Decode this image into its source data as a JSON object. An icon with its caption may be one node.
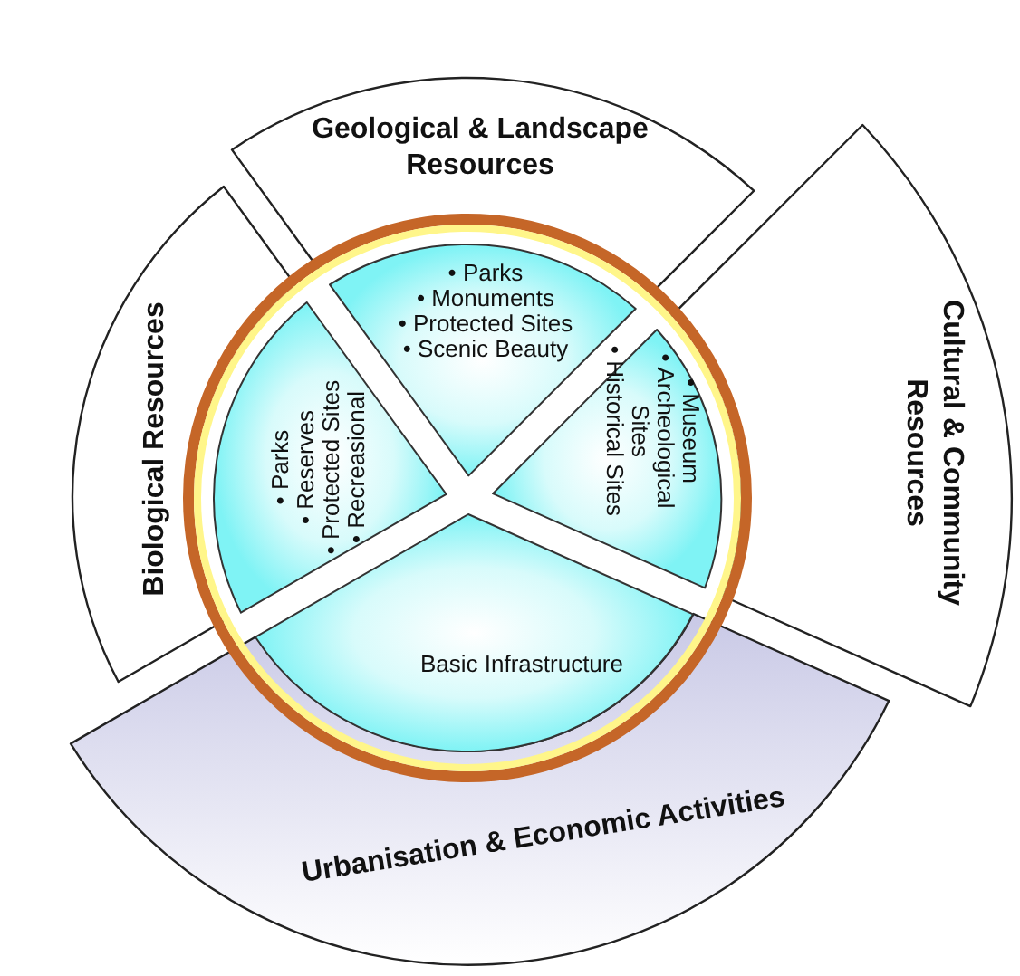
{
  "diagram": {
    "nodes": [
      {
        "text": [
          "Geological & Landscape Resources"
        ]
      },
      {
        "text": [
          "• Parks",
          "• Monuments",
          "• Protected Sites",
          "• Scenic Beauty"
        ]
      },
      {
        "text": [
          "Biological Resources"
        ]
      },
      {
        "text": [
          "• Parks",
          "• Reserves",
          "• Protected Sites",
          "• Recreasional"
        ]
      },
      {
        "text": [
          "Cultural & Community Resources"
        ]
      },
      {
        "text": [
          "• Museum",
          "• Archeological Sites",
          "• Historical Sites"
        ]
      },
      {
        "text": [
          "Basic Infrastructure"
        ]
      },
      {
        "text": [
          "Urbanisation & Economic Activities"
        ]
      }
    ]
  }
}
